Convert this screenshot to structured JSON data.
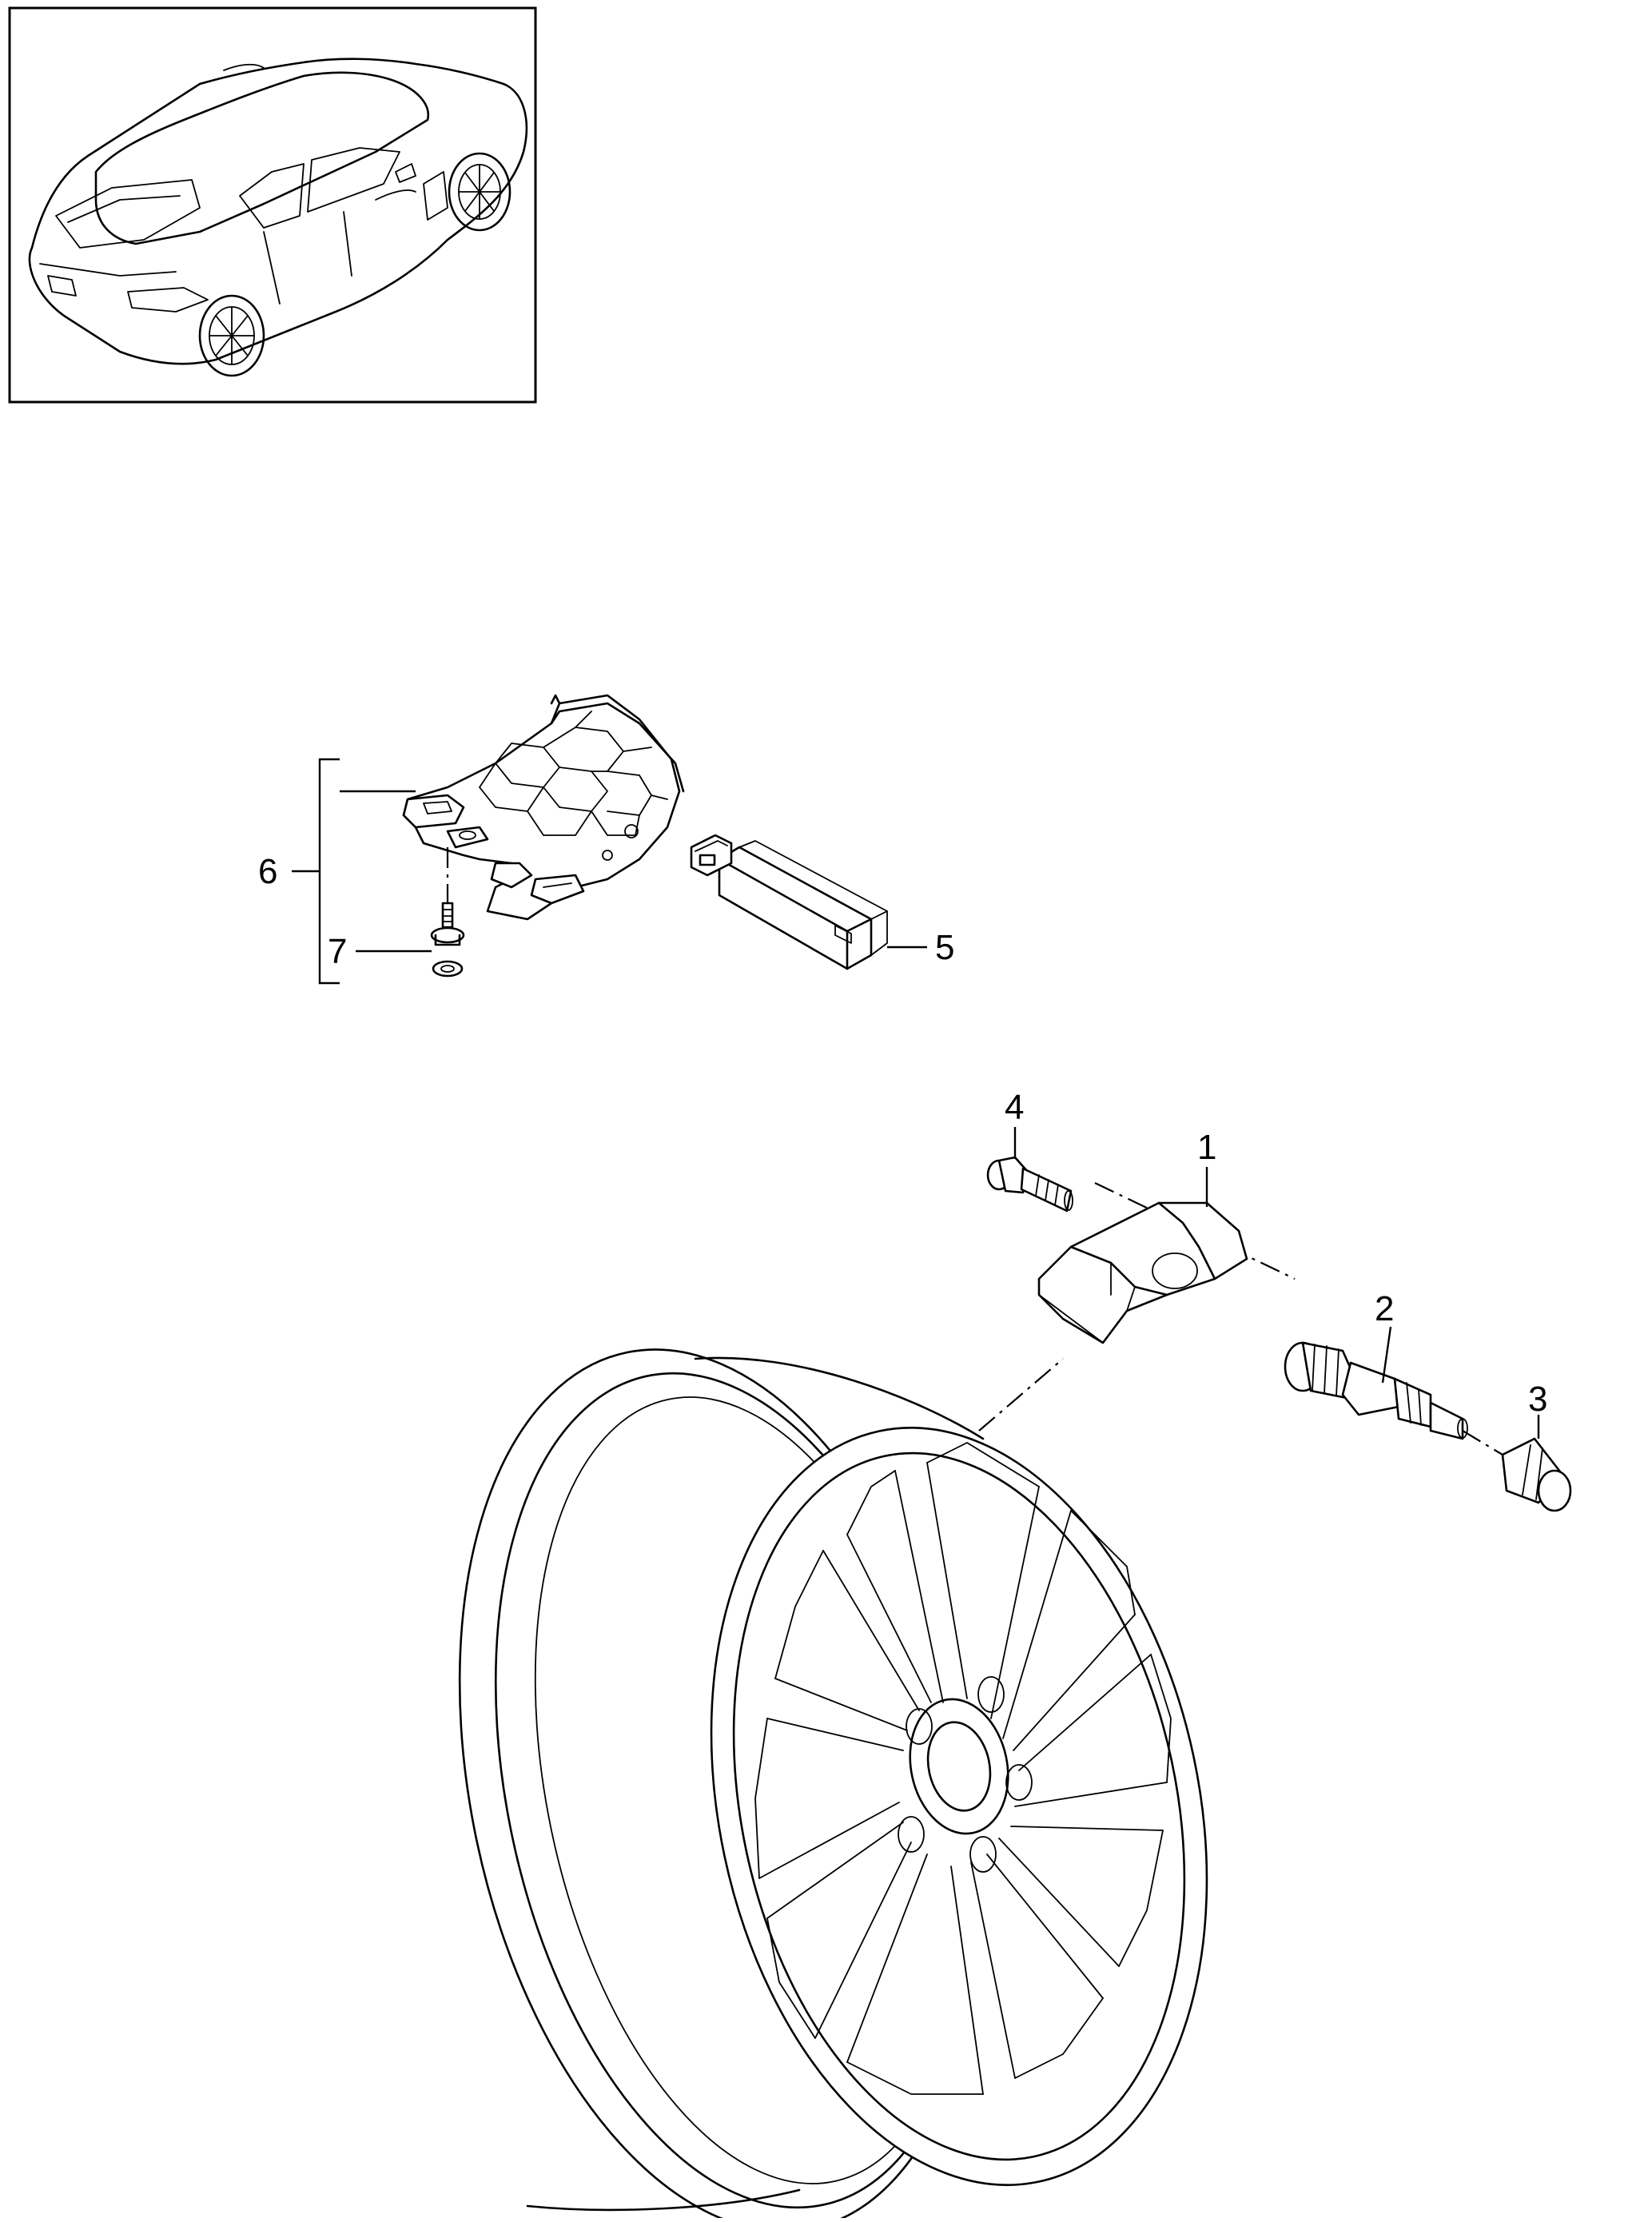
{
  "diagram": {
    "overview_thumbnail": "car-overview",
    "callouts": [
      {
        "id": "1",
        "label": "1"
      },
      {
        "id": "2",
        "label": "2"
      },
      {
        "id": "3",
        "label": "3"
      },
      {
        "id": "4",
        "label": "4"
      },
      {
        "id": "5",
        "label": "5"
      },
      {
        "id": "6",
        "label": "6"
      },
      {
        "id": "7",
        "label": "7"
      }
    ],
    "colors": {
      "line": "#000000",
      "background": "#ffffff"
    }
  }
}
